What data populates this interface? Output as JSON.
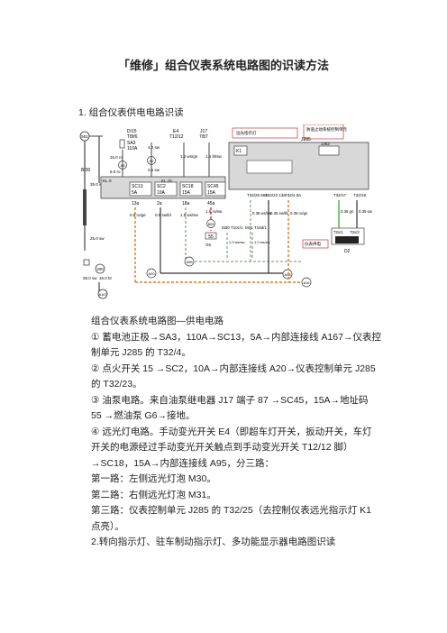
{
  "document": {
    "title": "「维修」组合仪表系统电路图的识读方法",
    "section1_heading": "1. 组合仪表供电电路识读",
    "figure_caption": "组合仪表系统电路图—供电电路",
    "paragraphs": [
      "① 蓄电池正极→SA3，110A→SC13，5A→内部连接线 A167→仪表控制单元 J285 的 T32/4。",
      "② 点火开关 15 →SC2，10A→内部连接线 A20→仪表控制单元 J285 的 T32/23。",
      "③ 油泵电路。来自油泵继电器 J17 端子 87 →SC45，15A→地址码 55 →燃油泵 G6→接地。",
      "④ 远光灯电路。手动变光开关 E4（即超车灯开关，扳动开关，车灯开关的电源经过手动变光开关触点到手动变光开关 T12/12 脚）→SC18，15A→内部连接线 A95，分三路："
    ],
    "routes": [
      "第一路：左侧远光灯泡 M30。",
      "第二路：右侧远光灯泡 M31。",
      "第三路：仪表控制单元 J285 的 T32/25（去控制仪表远光指示灯 K1 点亮）。"
    ],
    "section2_heading": "2.转向指示灯、驻车制动指示灯、多功能显示器电路图识读"
  },
  "diagram": {
    "left_top_codes": [
      "D/15",
      "T8f/6"
    ],
    "e4_codes": [
      "E4",
      "T12/12"
    ],
    "j17_codes": [
      "J17",
      "7/87"
    ],
    "box_sa3": [
      "SA3",
      "110A"
    ],
    "fuse_labels": [
      "SC13",
      "SC2",
      "SC18",
      "SC45"
    ],
    "fuse_ratings": [
      "5A",
      "10A",
      "15A",
      "15A"
    ],
    "fuse_pins": [
      "13a",
      "2a",
      "18a",
      "45a"
    ],
    "wire_labels": [
      "0.5 ro/ge",
      "0.5 sw/bl",
      "1.5 ws/sw",
      "1.5 ro/sw"
    ],
    "top_wires": [
      "4.0 sw",
      "1.5 ws/gn",
      "1.5 bl/sw"
    ],
    "left_labels": [
      "B/30",
      "35.0 sw",
      "25.0 sw",
      "16.0 ro",
      "6.0 ro"
    ],
    "node_labels": [
      "A2",
      "A3",
      "A20",
      "A95",
      "A167",
      "A16",
      "A28",
      "B09",
      "200",
      "501"
    ],
    "bulbs": [
      "M30 T10c/1",
      "M31 T10d/1"
    ],
    "bulb_wires": [
      "1.0 ws/sw",
      "1.0 ws/sw"
    ],
    "connector_55": "55",
    "g6_label": "G6",
    "j285_label": "J285",
    "j285_callouts": [
      "远光指示灯",
      "防盗止动系统控制单元"
    ],
    "k1_label": "K1",
    "j362_label": "J362",
    "j285_pins": [
      "T32/25 56a",
      "T32/23 13a",
      "T32/4 5a",
      "T32/17",
      "T32/18"
    ],
    "j285_wire_labels": [
      "0.35 ws/sw",
      "0.35 sw/bl",
      "0.35 ro/ge",
      "0.35 gn",
      "0.35 sw"
    ],
    "d2_pins": [
      "T2x/1",
      "T2x/2"
    ],
    "d2_label": "D2",
    "power_note": "仪表供电",
    "bottom_labels": [
      "16.0 br",
      "35.0 sw"
    ],
    "ground_codes": [
      "200"
    ]
  }
}
